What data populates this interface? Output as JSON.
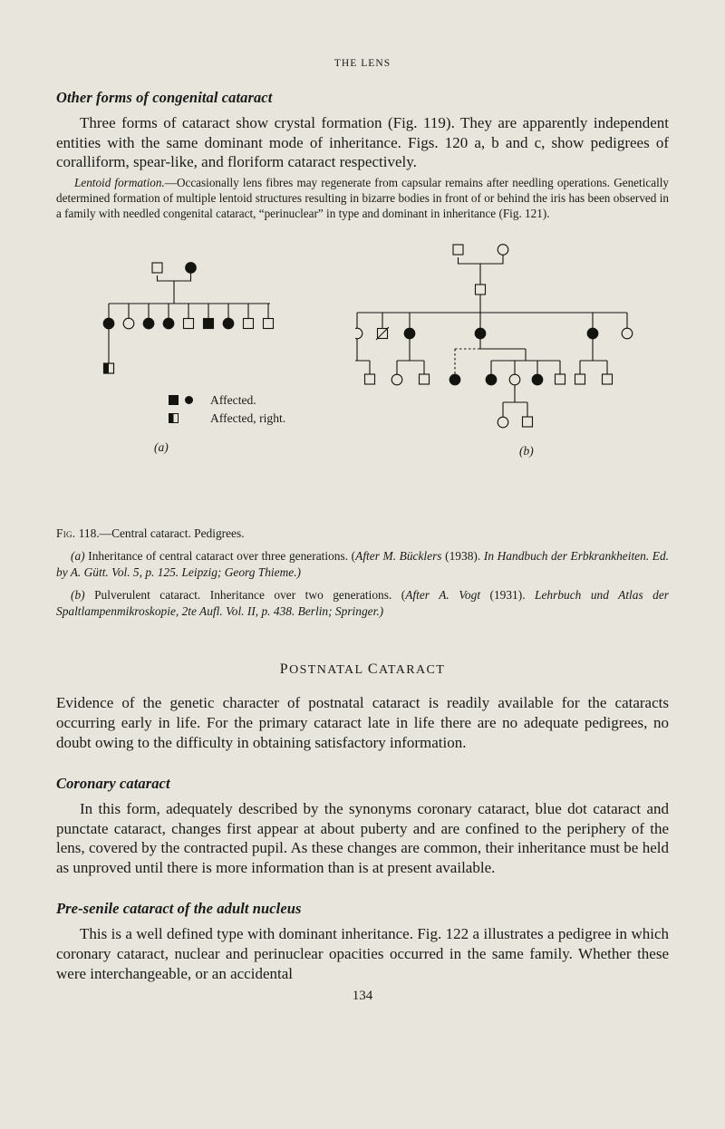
{
  "running_head": "THE LENS",
  "sections": {
    "other_forms": {
      "heading": "Other forms of congenital cataract",
      "para1": "Three forms of cataract show crystal formation (Fig. 119). They are apparently independent entities with the same dominant mode of inheritance. Figs. 120 a, b and c, show pedigrees of coralliform, spear-like, and floriform cataract respectively.",
      "small_lead": "Lentoid formation.",
      "small_body": "—Occasionally lens fibres may regenerate from capsular remains after needling operations. Genetically determined formation of multiple lentoid structures resulting in bizarre bodies in front of or behind the iris has been observed in a family with needled congenital cataract, “perinuclear” in type and dominant in inheritance (Fig. 121)."
    },
    "postnatal": {
      "heading": "Postnatal Cataract",
      "heading_first": "P",
      "heading_rest": "OSTNATAL ",
      "heading_first2": "C",
      "heading_rest2": "ATARACT",
      "para1": "Evidence of the genetic character of postnatal cataract is readily available for the cataracts occurring early in life. For the primary cataract late in life there are no adequate pedigrees, no doubt owing to the difficulty in obtaining satisfactory information."
    },
    "coronary": {
      "heading": "Coronary cataract",
      "para1": "In this form, adequately described by the synonyms coronary cataract, blue dot cataract and punctate cataract, changes first appear at about puberty and are confined to the periphery of the lens, covered by the contracted pupil. As these changes are common, their inheritance must be held as unproved until there is more information than is at present available."
    },
    "presenile": {
      "heading": "Pre-senile cataract of the adult nucleus",
      "para1": "This is a well defined type with dominant inheritance. Fig. 122 a illustrates a pedigree in which coronary cataract, nuclear and perinuclear opacities occurred in the same family. Whether these were interchangeable, or an accidental"
    }
  },
  "figure": {
    "label_a": "(a)",
    "label_b": "(b)",
    "legend": [
      {
        "symbols": [
          "filled-square",
          "filled-circle"
        ],
        "text": "Affected."
      },
      {
        "symbols": [
          "half-filled-square"
        ],
        "text": "Affected, right."
      }
    ],
    "caption": {
      "figno": "Fig.",
      "number": "118.",
      "title": "—Central cataract. Pedigrees.",
      "item_a_label": "(a)",
      "item_a_text": " Inheritance of central cataract over three generations. (",
      "item_a_cite1": "After M. Bücklers",
      "item_a_year": " (1938).",
      "item_a_cite2": "In Handbuch der Erbkrankheiten. Ed. by A. Gütt. Vol. 5, p. 125. Leipzig; Georg Thieme.)",
      "item_b_label": "(b)",
      "item_b_text": " Pulverulent cataract. Inheritance over two generations. (",
      "item_b_cite1": "After A. Vogt",
      "item_b_year": " (1931).",
      "item_b_cite2": "Lehrbuch und Atlas der Spaltlampenmikroskopie, 2te Aufl. Vol. II, p. 438. Berlin; Springer.)"
    }
  },
  "page_number": "134",
  "colors": {
    "ink": "#13130f",
    "paper": "#e7e5dc"
  },
  "pedigree_a": {
    "gen1": [
      {
        "sex": "male",
        "status": "unaffected"
      },
      {
        "sex": "female",
        "status": "affected"
      }
    ],
    "gen2": [
      {
        "sex": "female",
        "status": "affected"
      },
      {
        "sex": "female",
        "status": "unaffected"
      },
      {
        "sex": "female",
        "status": "affected"
      },
      {
        "sex": "female",
        "status": "affected"
      },
      {
        "sex": "male",
        "status": "unaffected"
      },
      {
        "sex": "male",
        "status": "affected"
      },
      {
        "sex": "female",
        "status": "affected"
      },
      {
        "sex": "male",
        "status": "unaffected"
      },
      {
        "sex": "male",
        "status": "unaffected"
      }
    ],
    "gen3": [
      {
        "sex": "male",
        "status": "affected-right"
      }
    ]
  },
  "pedigree_b": {
    "gen1": [
      {
        "sex": "male",
        "status": "unaffected"
      },
      {
        "sex": "female",
        "status": "unaffected"
      }
    ],
    "gen2": [
      {
        "sex": "male",
        "status": "unaffected"
      }
    ],
    "gen3": [
      {
        "sex": "female",
        "status": "unaffected"
      },
      {
        "sex": "male",
        "status": "deceased"
      },
      {
        "sex": "female",
        "status": "affected"
      },
      {
        "sex": "female",
        "status": "affected"
      },
      {
        "sex": "female",
        "status": "affected"
      },
      {
        "sex": "female",
        "status": "unaffected"
      }
    ],
    "gen4": [
      {
        "sex": "male",
        "status": "unaffected"
      },
      {
        "sex": "female",
        "status": "unaffected"
      },
      {
        "sex": "male",
        "status": "unaffected"
      },
      {
        "sex": "female",
        "status": "affected"
      },
      {
        "sex": "female",
        "status": "affected"
      },
      {
        "sex": "female",
        "status": "unaffected"
      },
      {
        "sex": "female",
        "status": "affected"
      },
      {
        "sex": "male",
        "status": "unaffected"
      },
      {
        "sex": "male",
        "status": "unaffected"
      },
      {
        "sex": "male",
        "status": "unaffected"
      }
    ],
    "gen5": [
      {
        "sex": "female",
        "status": "unaffected"
      },
      {
        "sex": "male",
        "status": "unaffected"
      }
    ]
  }
}
